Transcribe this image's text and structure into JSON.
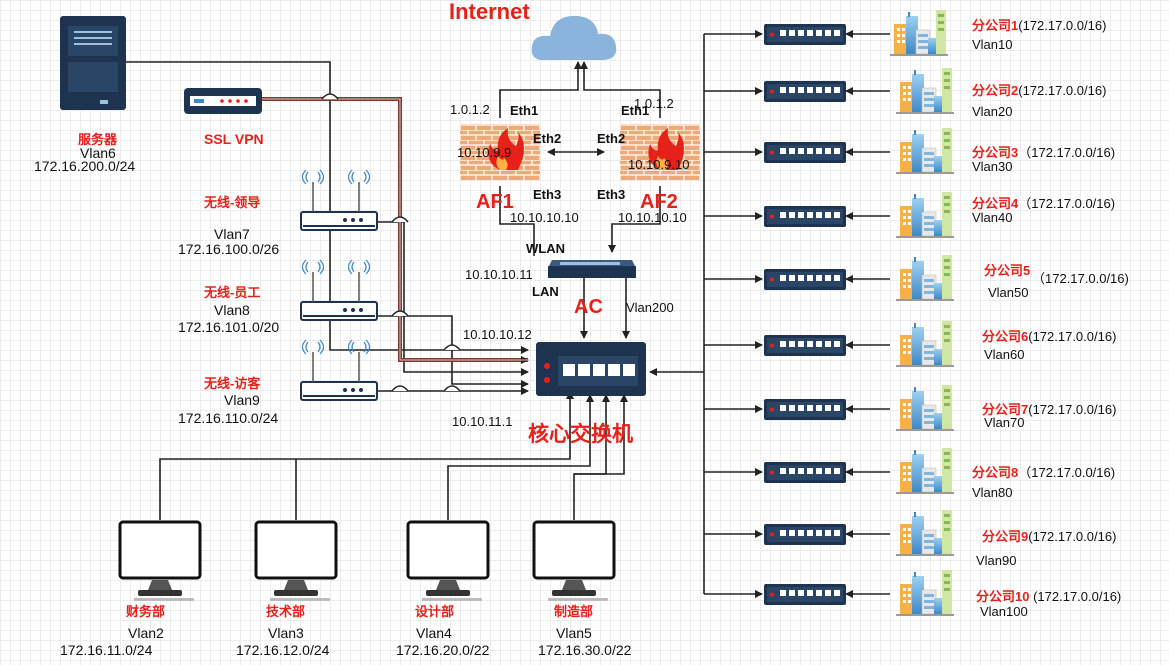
{
  "title": "Internet",
  "server": {
    "name": "服务器",
    "vlan": "Vlan6",
    "subnet": "172.16.200.0/24"
  },
  "sslvpn": {
    "name": "SSL VPN"
  },
  "wireless": [
    {
      "name": "无线-领导",
      "vlan": "Vlan7",
      "subnet": "172.16.100.0/26"
    },
    {
      "name": "无线-员工",
      "vlan": "Vlan8",
      "subnet": "172.16.101.0/20"
    },
    {
      "name": "无线-访客",
      "vlan": "Vlan9",
      "subnet": "172.16.110.0/24"
    }
  ],
  "af1": {
    "name": "AF1",
    "eth1": "Eth1",
    "eth2": "Eth2",
    "eth3": "Eth3",
    "ip_wan": "1.0.1.2",
    "ip_mid": "10.10.9.9",
    "ip_lan": "10.10.10.10"
  },
  "af2": {
    "name": "AF2",
    "eth1": "Eth1",
    "eth2": "Eth2",
    "eth3": "Eth3",
    "ip_wan": "1.0.1.2",
    "ip_mid": "10.10.9.10",
    "ip_lan": "10.10.10.10"
  },
  "ac": {
    "name": "AC",
    "wlan": "WLAN",
    "lan": "LAN",
    "ip": "10.10.10.11",
    "vlan": "Vlan200"
  },
  "core": {
    "name": "核心交换机",
    "ip_top": "10.10.10.12",
    "ip_bottom": "10.10.11.1"
  },
  "departments": [
    {
      "name": "财务部",
      "vlan": "Vlan2",
      "subnet": "172.16.11.0/24"
    },
    {
      "name": "技术部",
      "vlan": "Vlan3",
      "subnet": "172.16.12.0/24"
    },
    {
      "name": "设计部",
      "vlan": "Vlan4",
      "subnet": "172.16.20.0/22"
    },
    {
      "name": "制造部",
      "vlan": "Vlan5",
      "subnet": "172.16.30.0/22"
    }
  ],
  "branches": [
    {
      "name": "分公司1",
      "net": "(172.17.0.0/16)",
      "vlan": "Vlan10"
    },
    {
      "name": "分公司2",
      "net": "(172.17.0.0/16)",
      "vlan": "Vlan20"
    },
    {
      "name": "分公司3",
      "net": "（172.17.0.0/16)",
      "vlan": "Vlan30"
    },
    {
      "name": "分公司4",
      "net": "（172.17.0.0/16)",
      "vlan": "Vlan40"
    },
    {
      "name": "分公司5",
      "net": "（172.17.0.0/16)",
      "vlan": "Vlan50"
    },
    {
      "name": "分公司6",
      "net": "(172.17.0.0/16)",
      "vlan": "Vlan60"
    },
    {
      "name": "分公司7",
      "net": "(172.17.0.0/16)",
      "vlan": "Vlan70"
    },
    {
      "name": "分公司8",
      "net": "（172.17.0.0/16)",
      "vlan": "Vlan80"
    },
    {
      "name": "分公司9",
      "net": "(172.17.0.0/16)",
      "vlan": "Vlan90"
    },
    {
      "name": "分公司10",
      "net": " (172.17.0.0/16)",
      "vlan": "Vlan100"
    }
  ],
  "colors": {
    "accent_red": "#e8201a",
    "firewall_brick": "#f0a878",
    "cloud": "#8ab4dc",
    "device_navy": "#1e3350",
    "vpn_line": "#7a3a30"
  },
  "icons": [
    "cloud-icon",
    "firewall-icon",
    "switch-icon",
    "server-icon",
    "vpn-gateway-icon",
    "wireless-ap-icon",
    "monitor-icon",
    "buildings-icon",
    "ac-controller-icon"
  ]
}
